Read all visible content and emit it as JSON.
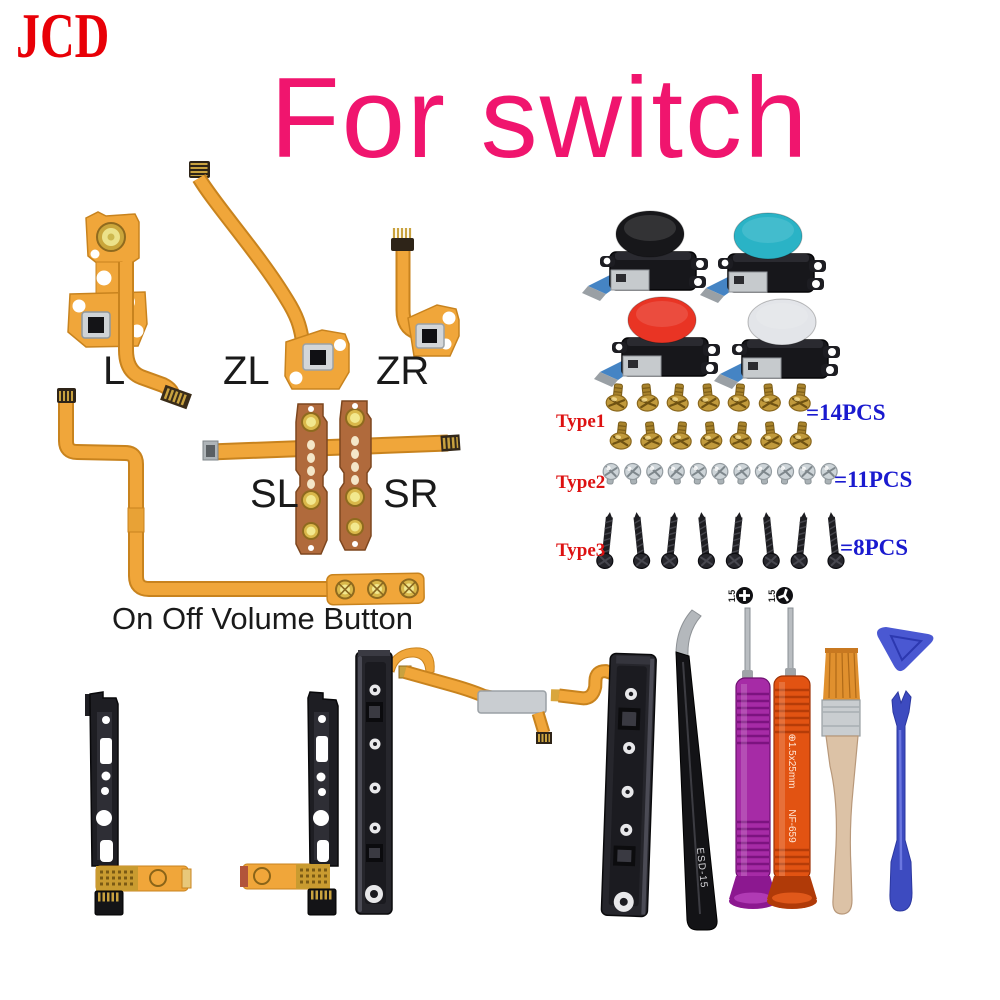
{
  "brand": {
    "logo": "JCD"
  },
  "title": {
    "text": "For switch"
  },
  "parts": {
    "l": {
      "label": "L"
    },
    "zl": {
      "label": "ZL"
    },
    "zr": {
      "label": "ZR"
    },
    "sl": {
      "label": "SL"
    },
    "sr": {
      "label": "SR"
    },
    "volume": {
      "label": "On Off Volume Button"
    }
  },
  "joysticks": [
    {
      "name": "black-cap-joystick",
      "color": "#17171a"
    },
    {
      "name": "teal-cap-joystick",
      "color": "#2ab3c6"
    },
    {
      "name": "red-cap-joystick",
      "color": "#e93424"
    },
    {
      "name": "white-cap-joystick",
      "color": "#e3e5e9"
    }
  ],
  "screws": [
    {
      "id": "type1",
      "label": "Type1",
      "count": 14,
      "count_label": "=14PCS",
      "color": "#c19a3c"
    },
    {
      "id": "type2",
      "label": "Type2",
      "count": 11,
      "count_label": "=11PCS",
      "color": "#cdd4d8"
    },
    {
      "id": "type3",
      "label": "Type3",
      "count": 8,
      "count_label": "=8PCS",
      "color": "#1e1e22"
    }
  ],
  "bits": [
    {
      "size": "1.5",
      "type": "phillips-bit"
    },
    {
      "size": "1.5",
      "type": "triwing-bit"
    }
  ],
  "tools": {
    "tweezers": {
      "label": "ESD-15"
    },
    "screwdriver_orange": {
      "spec": "⊕1.5x25mm",
      "model": "NF-659"
    }
  },
  "colors": {
    "title": "#f0156e",
    "brand": "#e80007",
    "type": "#dd1111",
    "pcs": "#1a1acf",
    "label": "#1a1a1a",
    "flex": "#f0a63a",
    "flexdark": "#c8831e",
    "copper": "#b06a3c",
    "goldbtn": "#d9b84a",
    "ribbon": "#4584c4",
    "screwgold": "#c19a3c",
    "screwsilver": "#cdd4d8",
    "screwblack": "#1e1e22",
    "purple": "#a62ba6",
    "orangedrv": "#e25312",
    "wood": "#dcc2a6",
    "bristle": "#e0902e",
    "pick": "#4a58d2",
    "spudger": "#3d4bc0",
    "rail": "#1e1e23",
    "metal": "#26262c"
  }
}
